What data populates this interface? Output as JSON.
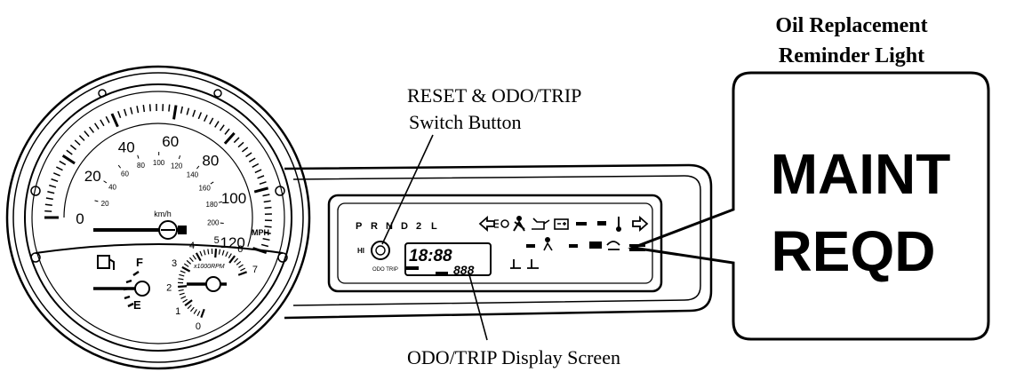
{
  "callouts": {
    "oil_light_line1": "Oil Replacement",
    "oil_light_line2": "Reminder Light",
    "reset_line1": "RESET & ODO/TRIP",
    "reset_line2": "Switch Button",
    "display_screen": "ODO/TRIP Display Screen"
  },
  "warning_box": {
    "line1": "MAINT",
    "line2": "REQD"
  },
  "speedometer": {
    "mph_ticks": [
      "0",
      "20",
      "40",
      "60",
      "80",
      "100",
      "120"
    ],
    "kmh_ticks": [
      "20",
      "40",
      "60",
      "80",
      "100",
      "120",
      "140",
      "160",
      "180",
      "200"
    ],
    "kmh_unit": "km/h",
    "mph_unit": "MPH"
  },
  "fuel_gauge": {
    "full": "F",
    "empty": "E"
  },
  "tachometer": {
    "ticks": [
      "0",
      "1",
      "2",
      "3",
      "4",
      "5",
      "6",
      "7"
    ],
    "unit": "x1000RPM"
  },
  "gear_indicator": [
    "P",
    "R",
    "N",
    "D",
    "2",
    "L"
  ],
  "odometer": {
    "main": "18:88",
    "trip": "888",
    "button_hi": "HI",
    "button_label": "ODO TRIP"
  },
  "colors": {
    "ink": "#000000",
    "paper": "#ffffff"
  }
}
